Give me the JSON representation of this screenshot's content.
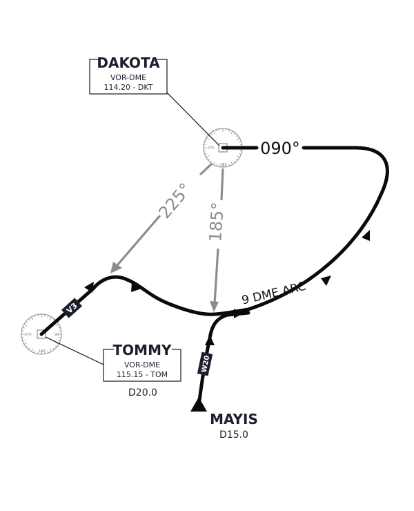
{
  "stations": {
    "dakota": {
      "name": "DAKOTA",
      "type": "VOR-DME",
      "freq_ident": "114.20 - DKT"
    },
    "tommy": {
      "name": "TOMMY",
      "type": "VOR-DME",
      "freq_ident": "115.15 - TOM",
      "dme": "D20.0"
    }
  },
  "fix": {
    "name": "MAYIS",
    "dme": "D15.0"
  },
  "labels": {
    "course_090": "090°",
    "radial_225": "225°",
    "radial_185": "185°",
    "arc": "9 DME ARC",
    "airway_v3": "V3",
    "airway_w20": "W20"
  },
  "rose_labels": {
    "r270": "270",
    "r90": "90",
    "r180": "180"
  },
  "colors": {
    "route": "#0a0a0a",
    "radial": "#8c8c8c",
    "text": "#1b1e2b"
  }
}
